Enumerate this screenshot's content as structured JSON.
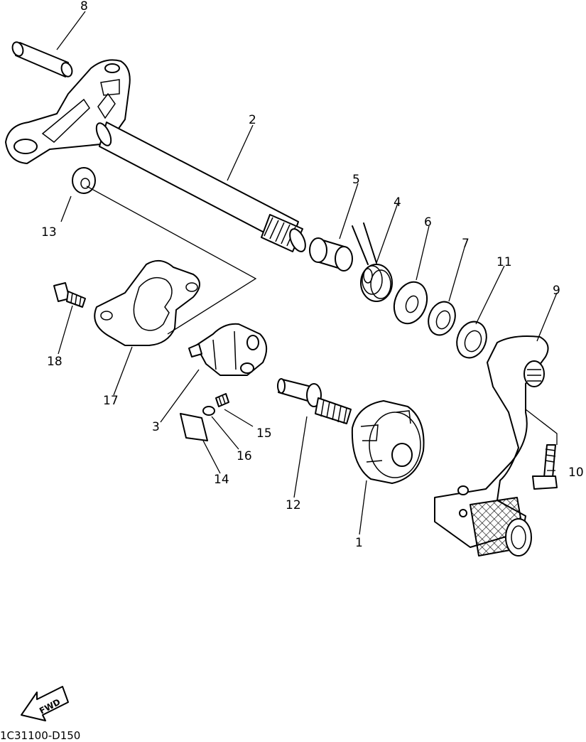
{
  "callouts": {
    "c1": "1",
    "c2": "2",
    "c3": "3",
    "c4": "4",
    "c5": "5",
    "c6": "6",
    "c7": "7",
    "c8": "8",
    "c9": "9",
    "c10": "10",
    "c11": "11",
    "c12": "12",
    "c13": "13",
    "c14": "14",
    "c15": "15",
    "c16": "16",
    "c17": "17",
    "c18": "18"
  },
  "fwd_label": "FWD",
  "diagram_code": "1C31100-D150"
}
